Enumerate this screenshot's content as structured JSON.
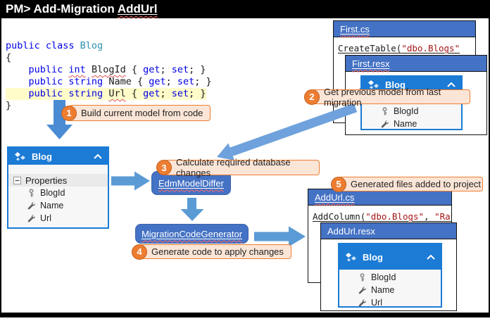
{
  "title_bar": {
    "text": "PM> Add-Migration ",
    "underlined_word": "AddUrl"
  },
  "code_editor": {
    "lines": [
      [
        {
          "t": "public class ",
          "s": "k"
        },
        {
          "t": "Blog",
          "s": "t"
        }
      ],
      [
        {
          "t": "{",
          "s": "p"
        }
      ],
      [
        {
          "t": "    ",
          "s": "p"
        },
        {
          "t": "public ",
          "s": "k"
        },
        {
          "t": "int",
          "s": "k sq"
        },
        {
          "t": " ",
          "s": "p"
        },
        {
          "t": "BlogId",
          "s": "p sq"
        },
        {
          "t": " { ",
          "s": "p"
        },
        {
          "t": "get",
          "s": "k"
        },
        {
          "t": "; ",
          "s": "p"
        },
        {
          "t": "set",
          "s": "k"
        },
        {
          "t": "; }",
          "s": "p"
        }
      ],
      [
        {
          "t": "    ",
          "s": "p"
        },
        {
          "t": "public ",
          "s": "k"
        },
        {
          "t": "string",
          "s": "k"
        },
        {
          "t": " ",
          "s": "p"
        },
        {
          "t": "Name",
          "s": "p"
        },
        {
          "t": " { ",
          "s": "p"
        },
        {
          "t": "get",
          "s": "k"
        },
        {
          "t": "; ",
          "s": "p"
        },
        {
          "t": "set",
          "s": "k"
        },
        {
          "t": "; }",
          "s": "p"
        }
      ],
      [
        {
          "t": "    ",
          "s": "p"
        },
        {
          "t": "public ",
          "s": "k"
        },
        {
          "t": "string",
          "s": "k"
        },
        {
          "t": " ",
          "s": "p"
        },
        {
          "t": "Url",
          "s": "p sq"
        },
        {
          "t": " { ",
          "s": "p"
        },
        {
          "t": "get",
          "s": "k"
        },
        {
          "t": "; ",
          "s": "p"
        },
        {
          "t": "set",
          "s": "k"
        },
        {
          "t": "; }",
          "s": "p"
        }
      ],
      [
        {
          "t": "}",
          "s": "p"
        }
      ]
    ]
  },
  "callouts": [
    {
      "num": "1",
      "text": "Build current model from code"
    },
    {
      "num": "2",
      "text": "Get previous model from last migration"
    },
    {
      "num": "3",
      "text": "Calculate required database changes"
    },
    {
      "num": "4",
      "text": "Generate code to apply changes"
    },
    {
      "num": "5",
      "text": "Generated files added to project"
    }
  ],
  "process_boxes": {
    "differ": {
      "label": "EdmModelDiffer"
    },
    "generator": {
      "label": "MigrationCodeGenerator"
    }
  },
  "windows": {
    "first_cs": {
      "title": "First.cs",
      "code": [
        {
          "t": "CreateTable(",
          "s": "p sq"
        },
        {
          "t": "\"dbo.Blogs\"",
          "s": "str sq"
        }
      ]
    },
    "first_resx": {
      "title": "First.resx"
    },
    "addurl_cs": {
      "title": "AddUrl.cs",
      "code": [
        {
          "t": "AddColumn(",
          "s": "p sq"
        },
        {
          "t": "\"dbo.Blogs\"",
          "s": "str sq"
        },
        {
          "t": ", ",
          "s": "p"
        },
        {
          "t": "\"Rat",
          "s": "str"
        }
      ]
    },
    "addurl_resx": {
      "title": "AddUrl.resx"
    }
  },
  "entities": {
    "current_model": {
      "name": "Blog",
      "section": "Properties",
      "properties": [
        {
          "name": "BlogId",
          "icon": "key-icon"
        },
        {
          "name": "Name",
          "icon": "wrench-icon"
        },
        {
          "name": "Url",
          "icon": "wrench-icon"
        }
      ]
    },
    "previous_model": {
      "name": "Blog",
      "properties": [
        {
          "name": "BlogId",
          "icon": "key-icon"
        },
        {
          "name": "Name",
          "icon": "wrench-icon"
        }
      ]
    },
    "generated_model": {
      "name": "Blog",
      "properties": [
        {
          "name": "BlogId",
          "icon": "key-icon"
        },
        {
          "name": "Name",
          "icon": "wrench-icon"
        },
        {
          "name": "Url",
          "icon": "wrench-icon"
        }
      ]
    }
  },
  "colors": {
    "window_titlebar_blue": "#4472C4",
    "entity_header_blue": "#1B7BD5",
    "process_box_blue": "#4472C4",
    "callout_fill": "#FBE5D6",
    "callout_orange": "#ED7D31",
    "arrow_blue": "#5B9BD5",
    "code_keyword_blue": "#0000E6",
    "code_type_teal": "#2B91AF",
    "code_string_red": "#A31515",
    "highlight_yellow": "#FFFCC9",
    "squiggle_red": "#E05252"
  }
}
